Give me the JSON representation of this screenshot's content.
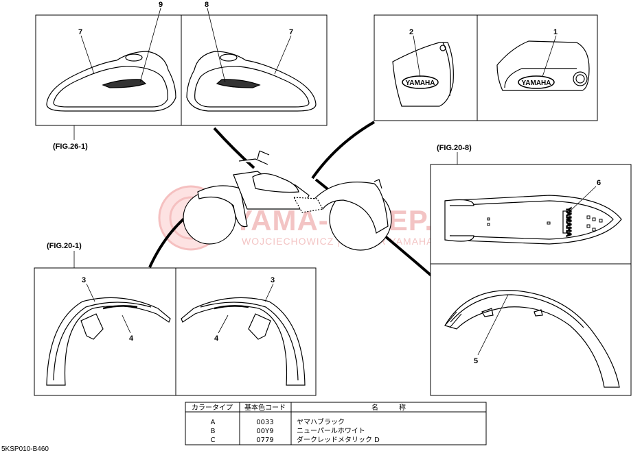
{
  "callouts": {
    "c1": "1",
    "c2": "2",
    "c3a": "3",
    "c3b": "3",
    "c4a": "4",
    "c4b": "4",
    "c5": "5",
    "c6": "6",
    "c7a": "7",
    "c7b": "7",
    "c8": "8",
    "c9": "9"
  },
  "figure_refs": {
    "tank": "(FIG.26-1)",
    "front_fender": "(FIG.20-1)",
    "rear_fender": "(FIG.20-8)"
  },
  "emblem_text": "YAMAHA",
  "watermark": {
    "line1": "YAMA-SKLEP.PL",
    "line2": "WOJCIECHOWICZ | DEALER YAMAHA",
    "color": "#f3c4c4"
  },
  "color_table": {
    "headers": [
      "カラータイプ",
      "基本色コード",
      "名　　　称"
    ],
    "rows": [
      [
        "A",
        "0033",
        "ヤマハブラック"
      ],
      [
        "B",
        "00Y9",
        "ニューパールホワイト"
      ],
      [
        "C",
        "0779",
        "ダークレッドメタリック D"
      ]
    ]
  },
  "doc_code": "5KSP010-B460"
}
